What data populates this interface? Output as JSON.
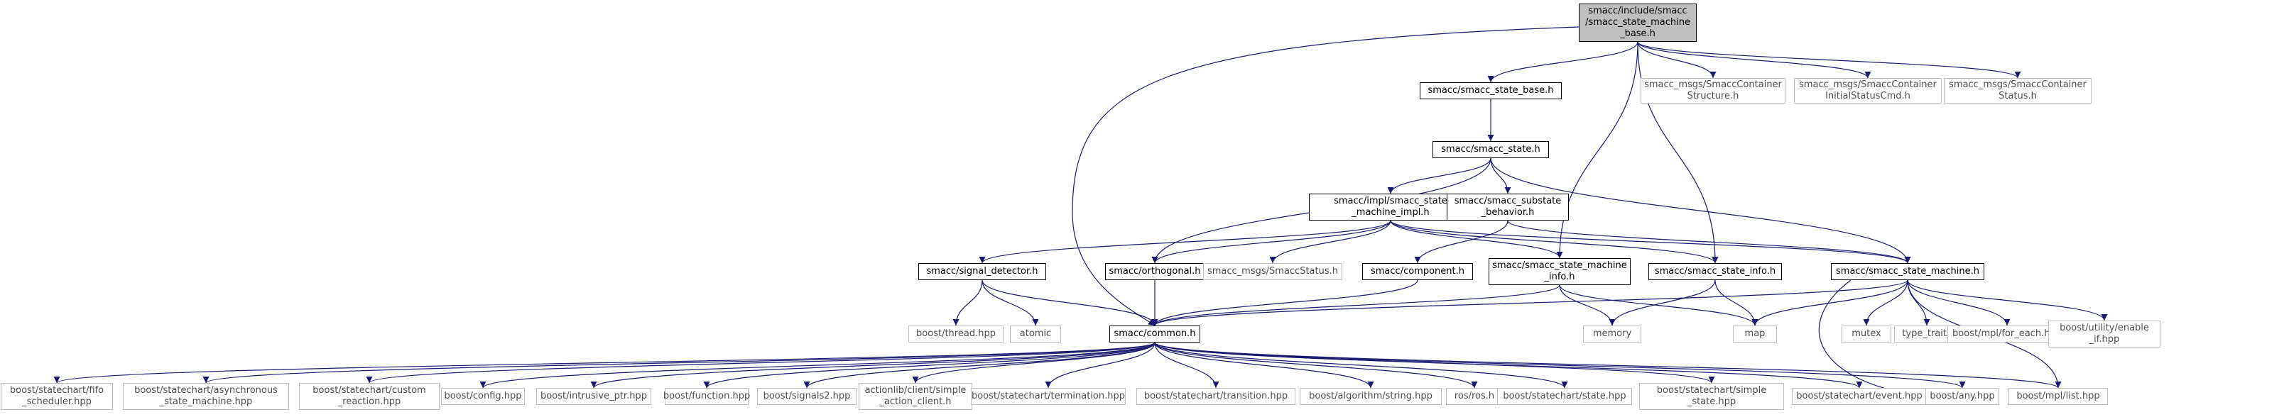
{
  "colors": {
    "edge": "#191970",
    "root_fill": "#bfbfbf",
    "ext_border": "#bfbfbf",
    "node_border": "#000000"
  },
  "nodes": [
    {
      "id": "root",
      "label": "smacc/include/smacc\n/smacc_state_machine\n_base.h",
      "kind": "root"
    },
    {
      "id": "state_base",
      "label": "smacc/smacc_state_base.h",
      "kind": "solid"
    },
    {
      "id": "msg_struct",
      "label": "smacc_msgs/SmaccContainer\nStructure.h",
      "kind": "ext"
    },
    {
      "id": "msg_init",
      "label": "smacc_msgs/SmaccContainer\nInitialStatusCmd.h",
      "kind": "ext"
    },
    {
      "id": "msg_status",
      "label": "smacc_msgs/SmaccContainer\nStatus.h",
      "kind": "ext"
    },
    {
      "id": "state",
      "label": "smacc/smacc_state.h",
      "kind": "solid"
    },
    {
      "id": "impl",
      "label": "smacc/impl/smacc_state\n_machine_impl.h",
      "kind": "solid"
    },
    {
      "id": "substate",
      "label": "smacc/smacc_substate\n_behavior.h",
      "kind": "solid"
    },
    {
      "id": "signal",
      "label": "smacc/signal_detector.h",
      "kind": "solid"
    },
    {
      "id": "orthogonal",
      "label": "smacc/orthogonal.h",
      "kind": "solid"
    },
    {
      "id": "smacc_status",
      "label": "smacc_msgs/SmaccStatus.h",
      "kind": "ext"
    },
    {
      "id": "component",
      "label": "smacc/component.h",
      "kind": "solid"
    },
    {
      "id": "sm_info",
      "label": "smacc/smacc_state_machine\n_info.h",
      "kind": "solid"
    },
    {
      "id": "state_info",
      "label": "smacc/smacc_state_info.h",
      "kind": "solid"
    },
    {
      "id": "state_machine",
      "label": "smacc/smacc_state_machine.h",
      "kind": "solid"
    },
    {
      "id": "thread",
      "label": "boost/thread.hpp",
      "kind": "ext"
    },
    {
      "id": "atomic",
      "label": "atomic",
      "kind": "ext"
    },
    {
      "id": "common",
      "label": "smacc/common.h",
      "kind": "solid"
    },
    {
      "id": "memory",
      "label": "memory",
      "kind": "ext"
    },
    {
      "id": "map",
      "label": "map",
      "kind": "ext"
    },
    {
      "id": "mutex",
      "label": "mutex",
      "kind": "ext"
    },
    {
      "id": "type_traits",
      "label": "type_traits",
      "kind": "ext"
    },
    {
      "id": "for_each",
      "label": "boost/mpl/for_each.hpp",
      "kind": "ext"
    },
    {
      "id": "enable_if",
      "label": "boost/utility/enable\n_if.hpp",
      "kind": "ext"
    },
    {
      "id": "fifo",
      "label": "boost/statechart/fifo\n_scheduler.hpp",
      "kind": "ext"
    },
    {
      "id": "async_sm",
      "label": "boost/statechart/asynchronous\n_state_machine.hpp",
      "kind": "ext"
    },
    {
      "id": "custom_reaction",
      "label": "boost/statechart/custom\n_reaction.hpp",
      "kind": "ext"
    },
    {
      "id": "config",
      "label": "boost/config.hpp",
      "kind": "ext"
    },
    {
      "id": "intrusive",
      "label": "boost/intrusive_ptr.hpp",
      "kind": "ext"
    },
    {
      "id": "function",
      "label": "boost/function.hpp",
      "kind": "ext"
    },
    {
      "id": "signals2",
      "label": "boost/signals2.hpp",
      "kind": "ext"
    },
    {
      "id": "action_client",
      "label": "actionlib/client/simple\n_action_client.h",
      "kind": "ext"
    },
    {
      "id": "termination",
      "label": "boost/statechart/termination.hpp",
      "kind": "ext"
    },
    {
      "id": "transition",
      "label": "boost/statechart/transition.hpp",
      "kind": "ext"
    },
    {
      "id": "alg_string",
      "label": "boost/algorithm/string.hpp",
      "kind": "ext"
    },
    {
      "id": "ros",
      "label": "ros/ros.h",
      "kind": "ext"
    },
    {
      "id": "sc_state",
      "label": "boost/statechart/state.hpp",
      "kind": "ext"
    },
    {
      "id": "simple_state",
      "label": "boost/statechart/simple\n_state.hpp",
      "kind": "ext"
    },
    {
      "id": "event",
      "label": "boost/statechart/event.hpp",
      "kind": "ext"
    },
    {
      "id": "any",
      "label": "boost/any.hpp",
      "kind": "ext"
    },
    {
      "id": "mpl_list",
      "label": "boost/mpl/list.hpp",
      "kind": "ext"
    }
  ],
  "edges": [
    [
      "root",
      "state_base"
    ],
    [
      "root",
      "msg_struct"
    ],
    [
      "root",
      "msg_init"
    ],
    [
      "root",
      "msg_status"
    ],
    [
      "root",
      "common"
    ],
    [
      "root",
      "sm_info"
    ],
    [
      "root",
      "state_info"
    ],
    [
      "state_base",
      "state"
    ],
    [
      "state",
      "impl"
    ],
    [
      "state",
      "substate"
    ],
    [
      "state",
      "orthogonal"
    ],
    [
      "state",
      "state_machine"
    ],
    [
      "impl",
      "signal"
    ],
    [
      "impl",
      "orthogonal"
    ],
    [
      "impl",
      "smacc_status"
    ],
    [
      "impl",
      "sm_info"
    ],
    [
      "impl",
      "state_info"
    ],
    [
      "impl",
      "state_machine"
    ],
    [
      "substate",
      "component"
    ],
    [
      "substate",
      "state_machine"
    ],
    [
      "signal",
      "thread"
    ],
    [
      "signal",
      "atomic"
    ],
    [
      "signal",
      "common"
    ],
    [
      "orthogonal",
      "common"
    ],
    [
      "component",
      "common"
    ],
    [
      "sm_info",
      "common"
    ],
    [
      "sm_info",
      "memory"
    ],
    [
      "sm_info",
      "map"
    ],
    [
      "state_info",
      "memory"
    ],
    [
      "state_info",
      "map"
    ],
    [
      "state_machine",
      "common"
    ],
    [
      "state_machine",
      "map"
    ],
    [
      "state_machine",
      "mutex"
    ],
    [
      "state_machine",
      "type_traits"
    ],
    [
      "state_machine",
      "for_each"
    ],
    [
      "state_machine",
      "enable_if"
    ],
    [
      "state_machine",
      "any"
    ],
    [
      "state_machine",
      "mpl_list"
    ],
    [
      "common",
      "fifo"
    ],
    [
      "common",
      "async_sm"
    ],
    [
      "common",
      "custom_reaction"
    ],
    [
      "common",
      "config"
    ],
    [
      "common",
      "intrusive"
    ],
    [
      "common",
      "function"
    ],
    [
      "common",
      "signals2"
    ],
    [
      "common",
      "action_client"
    ],
    [
      "common",
      "termination"
    ],
    [
      "common",
      "transition"
    ],
    [
      "common",
      "alg_string"
    ],
    [
      "common",
      "ros"
    ],
    [
      "common",
      "sc_state"
    ],
    [
      "common",
      "simple_state"
    ],
    [
      "common",
      "event"
    ],
    [
      "common",
      "any"
    ],
    [
      "common",
      "mpl_list"
    ]
  ]
}
